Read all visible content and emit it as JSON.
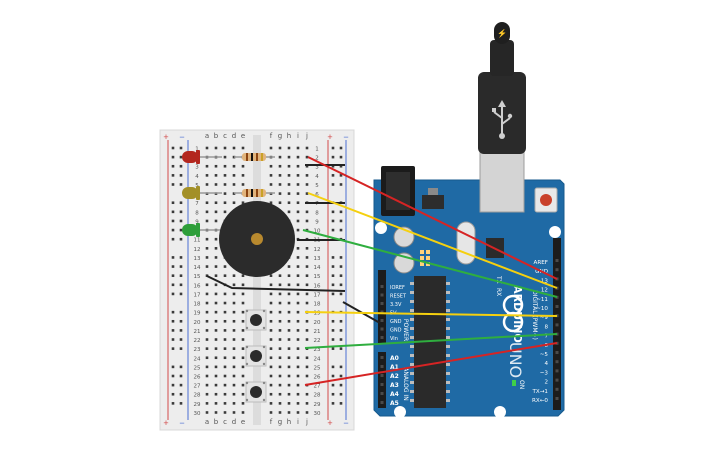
{
  "breadboard": {
    "rail_plus": "+",
    "rail_minus": "−",
    "column_letters_left": [
      "a",
      "b",
      "c",
      "d",
      "e"
    ],
    "column_letters_right": [
      "f",
      "g",
      "h",
      "i",
      "j"
    ],
    "row_numbers": [
      "1",
      "2",
      "3",
      "4",
      "5",
      "6",
      "7",
      "8",
      "9",
      "10",
      "11",
      "12",
      "13",
      "14",
      "15",
      "16",
      "17",
      "18",
      "19",
      "20",
      "21",
      "22",
      "23",
      "24",
      "25",
      "26",
      "27",
      "28",
      "29",
      "30"
    ]
  },
  "arduino": {
    "brand": "ARDUINO",
    "model": "UNO",
    "tx_label": "TX",
    "rx_label": "RX",
    "on_label": "ON",
    "digital_header_label": "DIGITAL (PWM~)",
    "power_header_label": "POWER",
    "analog_header_label": "ANALOG IN",
    "digital_pins": [
      "AREF",
      "GND",
      "13",
      "12",
      "~11",
      "~10",
      "~9",
      "8",
      "7",
      "~6",
      "~5",
      "4",
      "~3",
      "2",
      "TX→1",
      "RX←0"
    ],
    "power_pins": [
      "IOREF",
      "RESET",
      "3.3V",
      "5V",
      "GND",
      "GND",
      "Vin"
    ],
    "analog_pins": [
      "A0",
      "A1",
      "A2",
      "A3",
      "A4",
      "A5"
    ]
  },
  "components": {
    "leds": [
      {
        "color": "#b3261e",
        "name": "red-led"
      },
      {
        "color": "#a39028",
        "name": "yellow-led"
      },
      {
        "color": "#2e9e3a",
        "name": "green-led"
      }
    ],
    "buzzer_color": "#2b2b2b",
    "button_count": 3
  },
  "wires": {
    "colors": {
      "red": "#d62424",
      "yellow": "#f5d00f",
      "green": "#2fae3f",
      "black": "#222222"
    }
  },
  "colors": {
    "board_blue": "#1f6aa5",
    "breadboard_bg": "#ededed"
  }
}
